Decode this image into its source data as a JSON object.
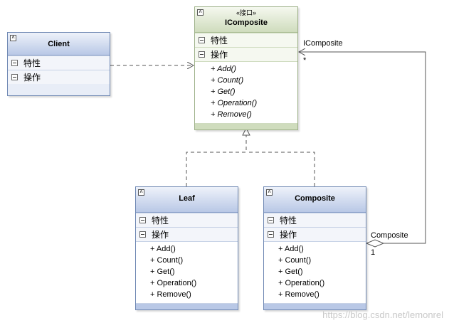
{
  "client": {
    "name": "Client",
    "attributes_label": "特性",
    "operations_label": "操作"
  },
  "icomposite": {
    "stereotype": "«接口»",
    "name": "IComposite",
    "attributes_label": "特性",
    "operations_label": "操作",
    "operations": [
      "+ Add()",
      "+ Count()",
      "+ Get()",
      "+ Operation()",
      "+ Remove()"
    ]
  },
  "leaf": {
    "name": "Leaf",
    "attributes_label": "特性",
    "operations_label": "操作",
    "operations": [
      "+ Add()",
      "+ Count()",
      "+ Get()",
      "+ Operation()",
      "+ Remove()"
    ]
  },
  "composite": {
    "name": "Composite",
    "attributes_label": "特性",
    "operations_label": "操作",
    "operations": [
      "+ Add()",
      "+ Count()",
      "+ Get()",
      "+ Operation()",
      "+ Remove()"
    ]
  },
  "association": {
    "target_role": "IComposite",
    "target_multiplicity": "*",
    "source_role": "Composite",
    "source_multiplicity": "1"
  },
  "watermark": "https://blog.csdn.net/lemonrel",
  "colors": {
    "class_border": "#6f88b3",
    "interface_border": "#9fb28a",
    "connector": "#555555"
  }
}
